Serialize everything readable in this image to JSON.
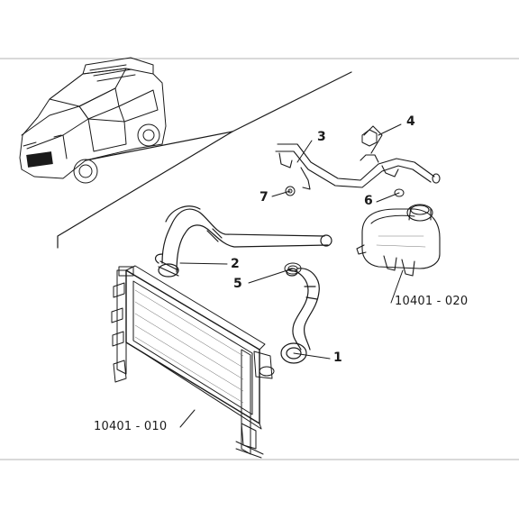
{
  "callouts": {
    "part_1": "1",
    "part_2": "2",
    "part_3": "3",
    "part_4": "4",
    "part_5": "5",
    "part_6": "6",
    "part_7": "7"
  },
  "references": {
    "radiator": "10401 - 010",
    "expansion_tank": "10401 - 020"
  },
  "colors": {
    "line": "#1a1a1a",
    "background": "#ffffff"
  }
}
